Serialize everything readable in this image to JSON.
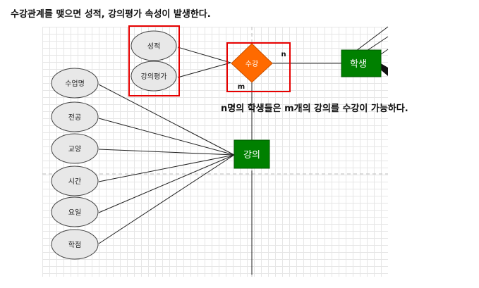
{
  "heading": "수강관계를 맺으면 성적, 강의평가 속성이 발생한다.",
  "note": "n명의 학생들은 m개의 강의를 수강이 가능하다.",
  "diagram": {
    "relationship": "수강",
    "entities": {
      "student": "학생",
      "course": "강의"
    },
    "relationship_attributes": [
      "성적",
      "강의평가"
    ],
    "course_attributes": [
      "수업명",
      "전공",
      "교양",
      "시간",
      "요일",
      "학점"
    ],
    "cardinality": {
      "student_side": "n",
      "course_side": "m"
    },
    "colors": {
      "entity_fill": "#008000",
      "relationship_fill": "#ff6a00",
      "attribute_fill": "#e8e8e8",
      "highlight_box": "#e60000"
    }
  }
}
